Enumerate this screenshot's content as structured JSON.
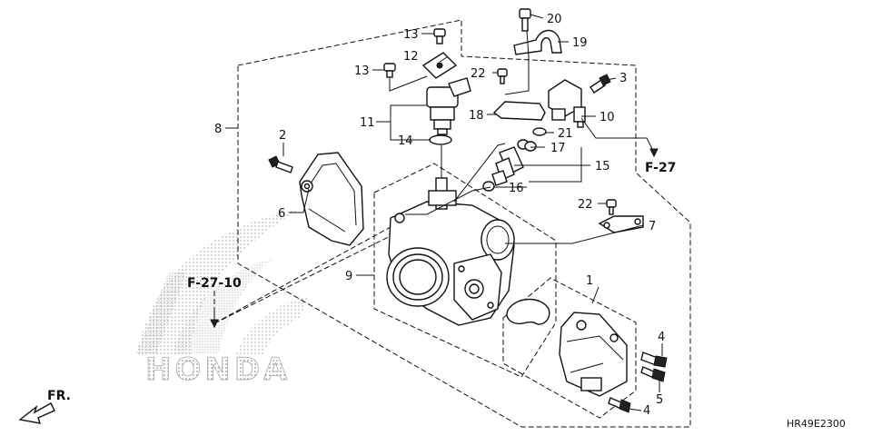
{
  "callouts": [
    "1",
    "2",
    "3",
    "4",
    "4",
    "5",
    "6",
    "7",
    "8",
    "9",
    "10",
    "11",
    "12",
    "13",
    "13",
    "14",
    "15",
    "16",
    "17",
    "18",
    "19",
    "20",
    "21",
    "22",
    "22"
  ],
  "refs": {
    "f27": "F-27",
    "f2710": "F-27-10"
  },
  "brand": "HONDA",
  "direction": "FR.",
  "diagram_code": "HR49E2300"
}
